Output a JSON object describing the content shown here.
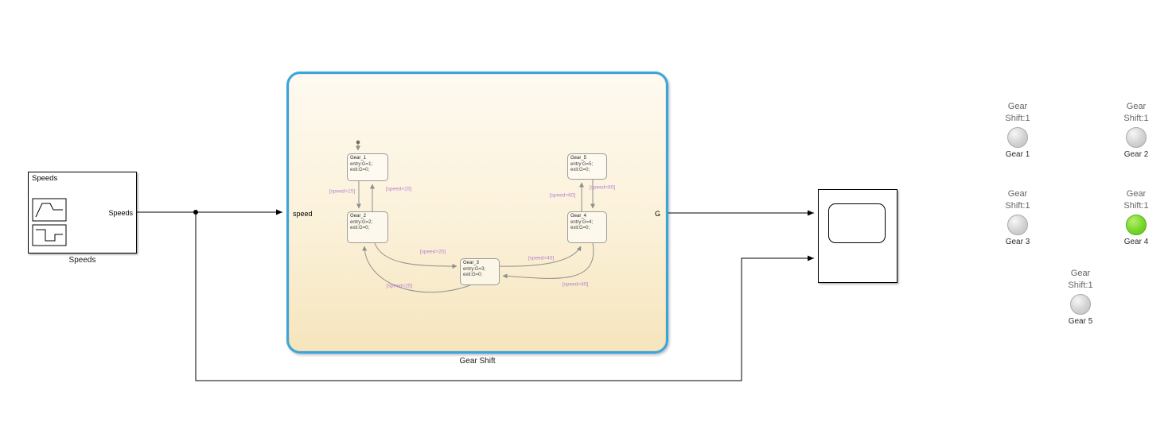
{
  "canvas": {
    "background": "#ffffff"
  },
  "source_block": {
    "title": "Speeds",
    "output_port": "Speeds",
    "caption": "Speeds"
  },
  "chart": {
    "caption": "Gear Shift",
    "input_port": "speed",
    "output_port": "G",
    "states": {
      "gear1": {
        "name": "Gear_1",
        "entry": "entry:G=1;",
        "exit": "exit:G=0;"
      },
      "gear2": {
        "name": "Gear_2",
        "entry": "entry:G=2;",
        "exit": "exit:G=0;"
      },
      "gear3": {
        "name": "Gear_3",
        "entry": "entry:G=3;",
        "exit": "exit:G=0;"
      },
      "gear4": {
        "name": "Gear_4",
        "entry": "entry:G=4;",
        "exit": "exit:G=0;"
      },
      "gear5": {
        "name": "Gear_5",
        "entry": "entry:G=5;",
        "exit": "exit:G=0;"
      }
    },
    "transitions": {
      "gear1_to_gear2": "[speed>15]",
      "gear2_to_gear1": "[speed<15]",
      "gear2_to_gear3": "[speed>25]",
      "gear3_to_gear2": "[speed<25]",
      "gear3_to_gear4": "[speed>40]",
      "gear4_to_gear3": "[speed<40]",
      "gear4_to_gear5": "[speed>60]",
      "gear5_to_gear4": "[speed<60]"
    }
  },
  "lamps": [
    {
      "title": "Gear\nShift:1",
      "caption": "Gear 1",
      "state": "off"
    },
    {
      "title": "Gear\nShift:1",
      "caption": "Gear 2",
      "state": "off"
    },
    {
      "title": "Gear\nShift:1",
      "caption": "Gear 3",
      "state": "off"
    },
    {
      "title": "Gear\nShift:1",
      "caption": "Gear 4",
      "state": "on"
    },
    {
      "title": "Gear\nShift:1",
      "caption": "Gear 5",
      "state": "off"
    }
  ],
  "colors": {
    "chart_border": "#38a5dd",
    "chart_fill_top": "#fefaf0",
    "chart_fill_bottom": "#f6e5bd",
    "transition_label": "#b87fd0",
    "lamp_on": "#76d72b",
    "lamp_off": "#d2d2d2",
    "wire": "#000000"
  }
}
